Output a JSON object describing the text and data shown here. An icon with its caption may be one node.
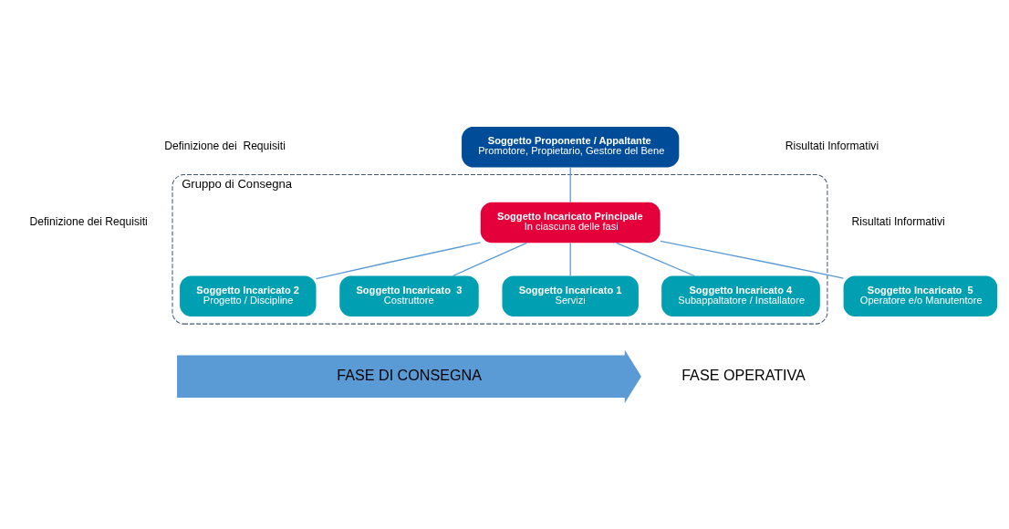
{
  "diagram": {
    "nodes": [
      {
        "text": [
          "Gruppo di Consegna"
        ]
      },
      {
        "text": [
          "Soggetto Proponente / Appaltante",
          "Promotore, Propietario, Gestore del Bene"
        ]
      },
      {
        "text": [
          "Soggetto Incaricato Principale",
          "In ciascuna delle fasi"
        ],
        "in": 0
      },
      {
        "text": [
          "Soggetto Incaricato 1",
          "Servizi"
        ],
        "in": 0
      },
      {
        "text": [
          "Soggetto Incaricato 2",
          "Progetto / Discipline"
        ],
        "in": 0
      },
      {
        "text": [
          "Soggetto Incaricato  3",
          "Costruttore"
        ],
        "in": 0
      },
      {
        "text": [
          "Soggetto Incaricato 4",
          "Subappaltatore / Installatore"
        ],
        "in": 0
      },
      {
        "text": [
          "Soggetto Incaricato  5",
          "Operatore e/o Manutentore"
        ]
      },
      {
        "text": [
          "FASE DI CONSEGNA"
        ]
      }
    ],
    "edges": [
      {
        "from": 1,
        "to": 2,
        "arrow": "none"
      },
      {
        "from": 2,
        "to": 3,
        "arrow": "none"
      },
      {
        "from": 2,
        "to": 4,
        "arrow": "none"
      },
      {
        "from": 2,
        "to": 5,
        "arrow": "none"
      },
      {
        "from": 2,
        "to": 6,
        "arrow": "none"
      },
      {
        "from": 2,
        "to": 7,
        "arrow": "none"
      }
    ],
    "labels": [
      "Definizione dei  Requisiti",
      "Risultati Informativi",
      "Definizione dei Requisiti",
      "Risultati Informativi",
      "FASE OPERATIVA"
    ]
  }
}
